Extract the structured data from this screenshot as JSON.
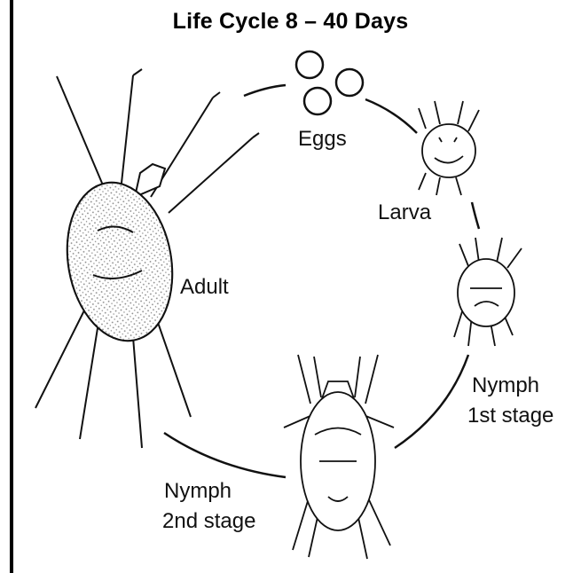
{
  "title": "Life Cycle 8 – 40 Days",
  "stages": {
    "eggs": "Eggs",
    "larva": "Larva",
    "nymph1_line1": "Nymph",
    "nymph1_line2": "1st stage",
    "adult": "Adult",
    "nymph2_line1": "Nymph",
    "nymph2_line2": "2nd stage"
  },
  "colors": {
    "ink": "#111111",
    "background": "#ffffff"
  }
}
